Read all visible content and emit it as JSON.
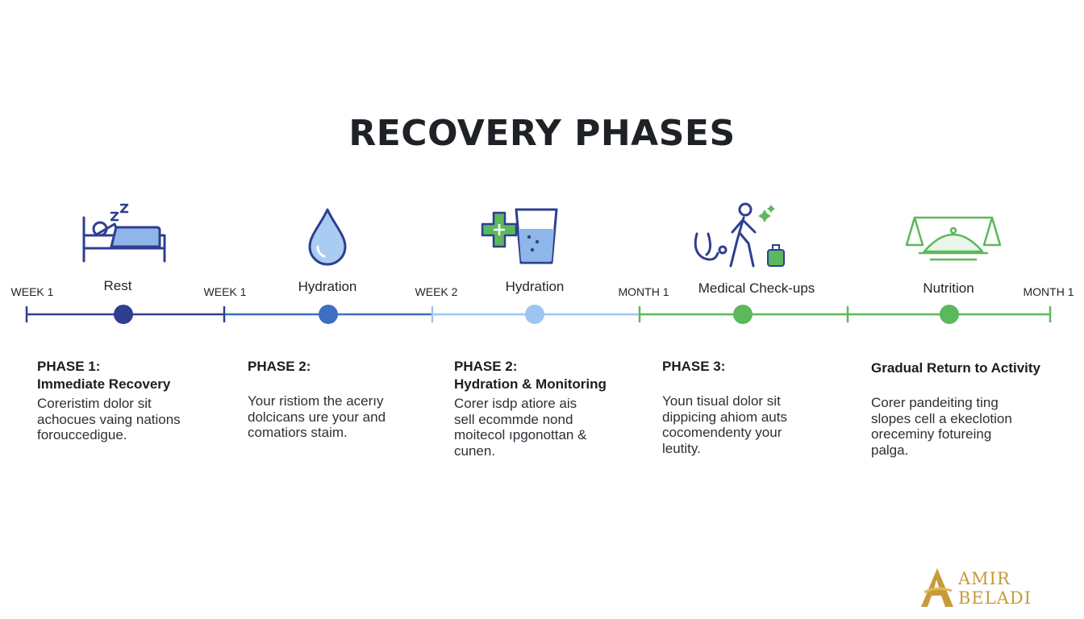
{
  "title": "RECOVERY PHASES",
  "colors": {
    "navy": "#2f3f8f",
    "blue": "#3f6fc0",
    "light_blue": "#9cc6ef",
    "green": "#5cb85c",
    "gold": "#c89a3a"
  },
  "icons": [
    "bed-sleep-icon",
    "water-drop-icon",
    "medical-cross-water-glass-icon",
    "stethoscope-walking-person-icon",
    "scale-food-cloche-icon"
  ],
  "nodes": [
    {
      "label": "Rest"
    },
    {
      "label": "Hydration"
    },
    {
      "label": "Hydration"
    },
    {
      "label": "Medical Check-ups"
    },
    {
      "label": "Nutrition"
    }
  ],
  "ticks": [
    "WEEK 1",
    "WEEK 1",
    "WEEK 2",
    "MONTH 1",
    "MONTH 1"
  ],
  "phases": [
    {
      "title": "PHASE 1:",
      "subtitle": "Immediate Recovery",
      "desc": [
        "Coreristim dolor sit",
        "achocues vaing nations",
        "forouccedigue."
      ]
    },
    {
      "title": "PHASE 2:",
      "subtitle": "",
      "desc": [
        "Your ristiom the acerıy",
        "dolcicans ure your and",
        "comatiors staim."
      ]
    },
    {
      "title": "PHASE 2:",
      "subtitle": "Hydration & Monitoring",
      "desc": [
        "Corer isdp atiore ais",
        "sell ecommde nond",
        "moitecol ıpgonottan &",
        "cunen."
      ]
    },
    {
      "title": "PHASE 3:",
      "subtitle": "",
      "desc": [
        "Youn tisual dolor sit",
        "dippicing ahiom auts",
        "cocomendenty your",
        "leutity."
      ]
    },
    {
      "title": "",
      "subtitle": "Gradual Return to Activity",
      "desc": [
        "Corer pandeiting ting",
        "slopes cell a ekeclotion",
        "oreceminy fotureing",
        "palga."
      ]
    }
  ],
  "logo": {
    "line1": "AMIR",
    "line2": "BELADI"
  }
}
